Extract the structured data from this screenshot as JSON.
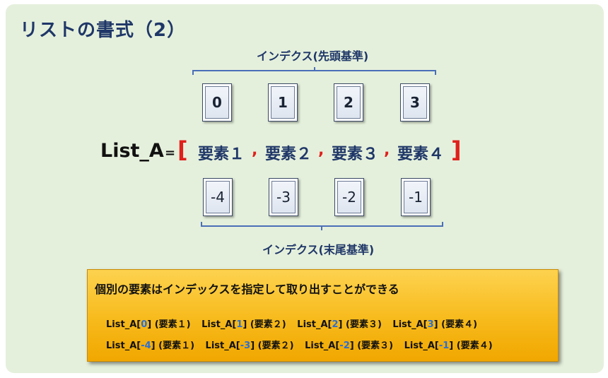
{
  "title": "リストの書式（2）",
  "top_label": "インデクス(先頭基準)",
  "bottom_label": "インデクス(末尾基準)",
  "positive_indices": [
    "0",
    "1",
    "2",
    "3"
  ],
  "negative_indices": [
    "-4",
    "-3",
    "-2",
    "-1"
  ],
  "list": {
    "name": "List_A",
    "equals": "=",
    "open_bracket": "[",
    "close_bracket": "]",
    "elements": [
      "要素１",
      "要素２",
      "要素３",
      "要素４"
    ],
    "separator": ","
  },
  "note": {
    "heading": "個別の要素はインデックスを指定して取り出すことができる",
    "row1": [
      {
        "pre": "List_A[",
        "idx": "0",
        "post": "] (要素１)"
      },
      {
        "pre": "List_A[",
        "idx": "1",
        "post": "] (要素２)"
      },
      {
        "pre": "List_A[",
        "idx": "2",
        "post": "] (要素３)"
      },
      {
        "pre": "List_A[",
        "idx": "3",
        "post": "] (要素４)"
      }
    ],
    "row2": [
      {
        "pre": "List_A[",
        "idx": "-4",
        "post": "] (要素１)"
      },
      {
        "pre": "List_A[",
        "idx": "-3",
        "post": "] (要素２)"
      },
      {
        "pre": "List_A[",
        "idx": "-2",
        "post": "] (要素３)"
      },
      {
        "pre": "List_A[",
        "idx": "-1",
        "post": "] (要素４)"
      }
    ]
  },
  "colors": {
    "panel_bg": "#e5f0dc",
    "title_navy": "#1f3768",
    "bracket_red": "#e0201c",
    "index_blue": "#2a6fd6",
    "note_gold": "#f7ba1b"
  }
}
